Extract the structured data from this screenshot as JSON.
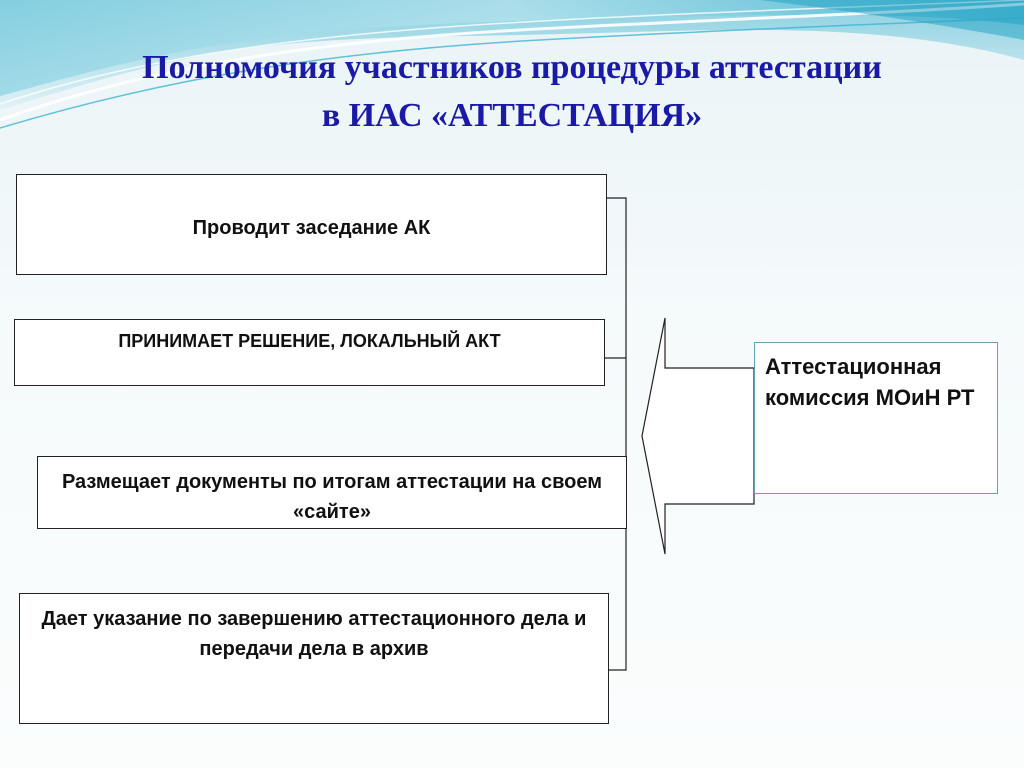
{
  "title": {
    "line1": "Полномочия участников процедуры аттестации",
    "line2": "в ИАС «АТТЕСТАЦИЯ»"
  },
  "actions": {
    "item1": "Проводит заседание АК",
    "item2": "ПРИНИМАЕТ РЕШЕНИЕ, ЛОКАЛЬНЫЙ АКТ",
    "item3": "Размещает документы по итогам аттестации на своем «сайте»",
    "item4": "Дает указание по завершению аттестационного дела и передачи дела в архив"
  },
  "participant": {
    "label": "Аттестационная комиссия МОиН РТ"
  },
  "colors": {
    "title": "#1a1aa6",
    "wave_dark": "#2aa9c9",
    "wave_light": "#a8dcea",
    "commission_border": "#6aa0b4"
  }
}
